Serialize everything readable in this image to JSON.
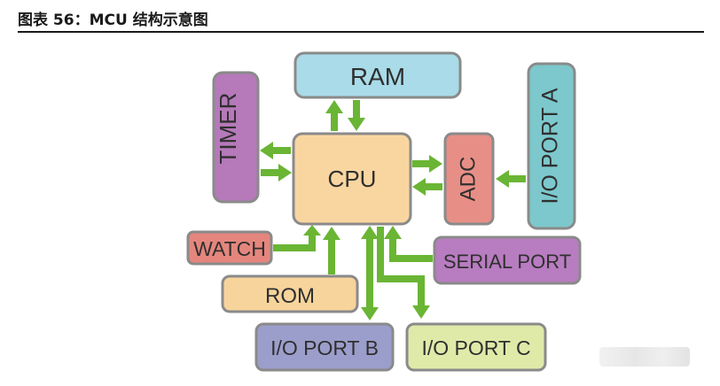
{
  "title": "图表 56：MCU 结构示意图",
  "blocks": {
    "ram": "RAM",
    "cpu": "CPU",
    "timer": "TIMER",
    "adc": "ADC",
    "io_port_a": "I/O PORT A",
    "watch": "WATCH",
    "serial_port": "SERIAL PORT",
    "rom": "ROM",
    "io_port_b": "I/O PORT B",
    "io_port_c": "I/O PORT C"
  },
  "colors": {
    "ram": "#a9dbe8",
    "cpu": "#f9d6a0",
    "timer": "#b679ba",
    "adc": "#e78f86",
    "io_port_a": "#7cc8cc",
    "watch": "#e4867d",
    "serial_port": "#b87cc0",
    "rom": "#f7d49c",
    "io_port_b": "#9b9ecb",
    "io_port_c": "#dfeaa9",
    "arrow": "#6ab534"
  }
}
